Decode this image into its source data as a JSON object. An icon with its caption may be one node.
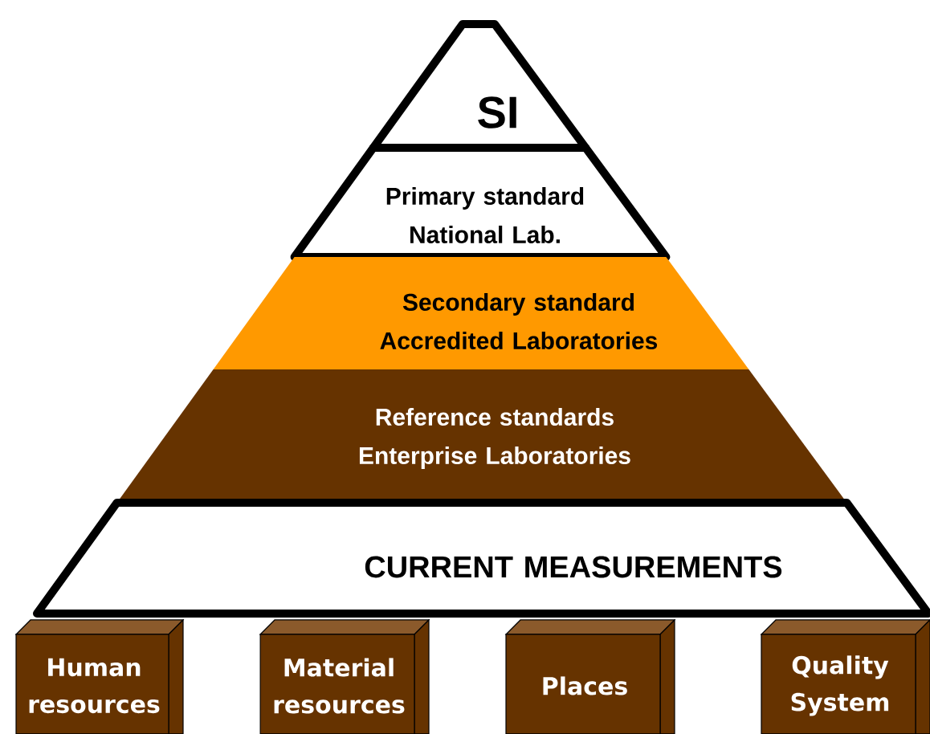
{
  "diagram": {
    "nodes": [
      {
        "text": [
          "SI"
        ]
      },
      {
        "text": [
          "Primary standard National Lab."
        ]
      },
      {
        "text": [
          "Secondary standard Accredited Laboratories"
        ]
      },
      {
        "text": [
          "Reference standards Enterprise Laboratories"
        ]
      },
      {
        "text": [
          "CURRENT MEASUREMENTS"
        ]
      },
      {
        "text": [
          "Human resources"
        ]
      },
      {
        "text": [
          "Material resources"
        ]
      },
      {
        "text": [
          "Places"
        ]
      },
      {
        "text": [
          "Quality System"
        ]
      }
    ]
  }
}
